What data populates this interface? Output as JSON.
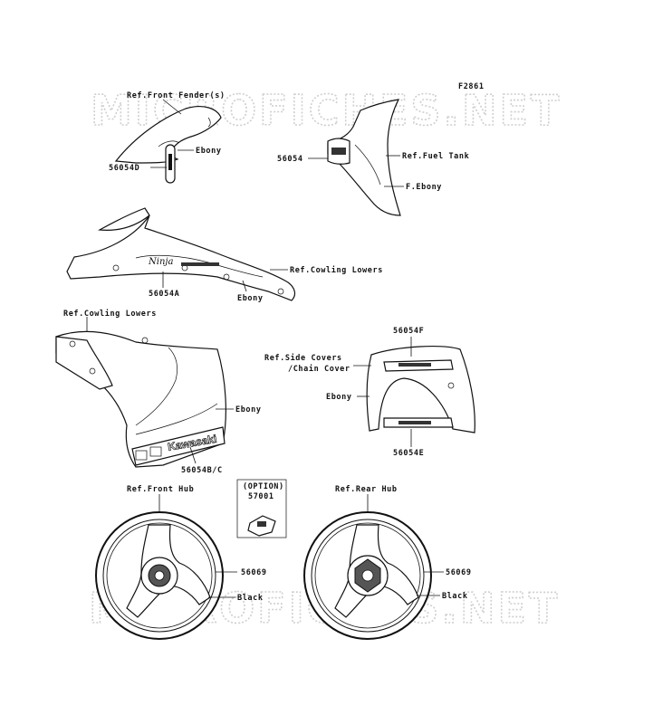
{
  "figure_code": "F2861",
  "watermarks": [
    "MICROFICHES.NET",
    "MICROFICHES.NET"
  ],
  "labels": {
    "ref_front_fender": "Ref.Front Fender(s)",
    "ebony_fender": "Ebony",
    "part_56054D": "56054D",
    "part_56054": "56054",
    "ref_fuel_tank": "Ref.Fuel Tank",
    "f_ebony": "F.Ebony",
    "ref_cowling_lowers_1": "Ref.Cowling Lowers",
    "part_56054A": "56054A",
    "ebony_cowl": "Ebony",
    "ref_cowling_lowers_2": "Ref.Cowling Lowers",
    "ebony_side": "Ebony",
    "part_56054BC": "56054B/C",
    "part_56054F": "56054F",
    "ref_side_covers": "Ref.Side Covers",
    "chain_cover": "/Chain Cover",
    "ebony_tail": "Ebony",
    "part_56054E": "56054E",
    "ref_front_hub": "Ref.Front Hub",
    "option": "(OPTION)",
    "part_57001": "57001",
    "ref_rear_hub": "Ref.Rear Hub",
    "part_56069_front": "56069",
    "black_front": "Black",
    "part_56069_rear": "56069",
    "black_rear": "Black",
    "brand_logo": "Kawasaki",
    "ninja_logo": "Ninja"
  }
}
